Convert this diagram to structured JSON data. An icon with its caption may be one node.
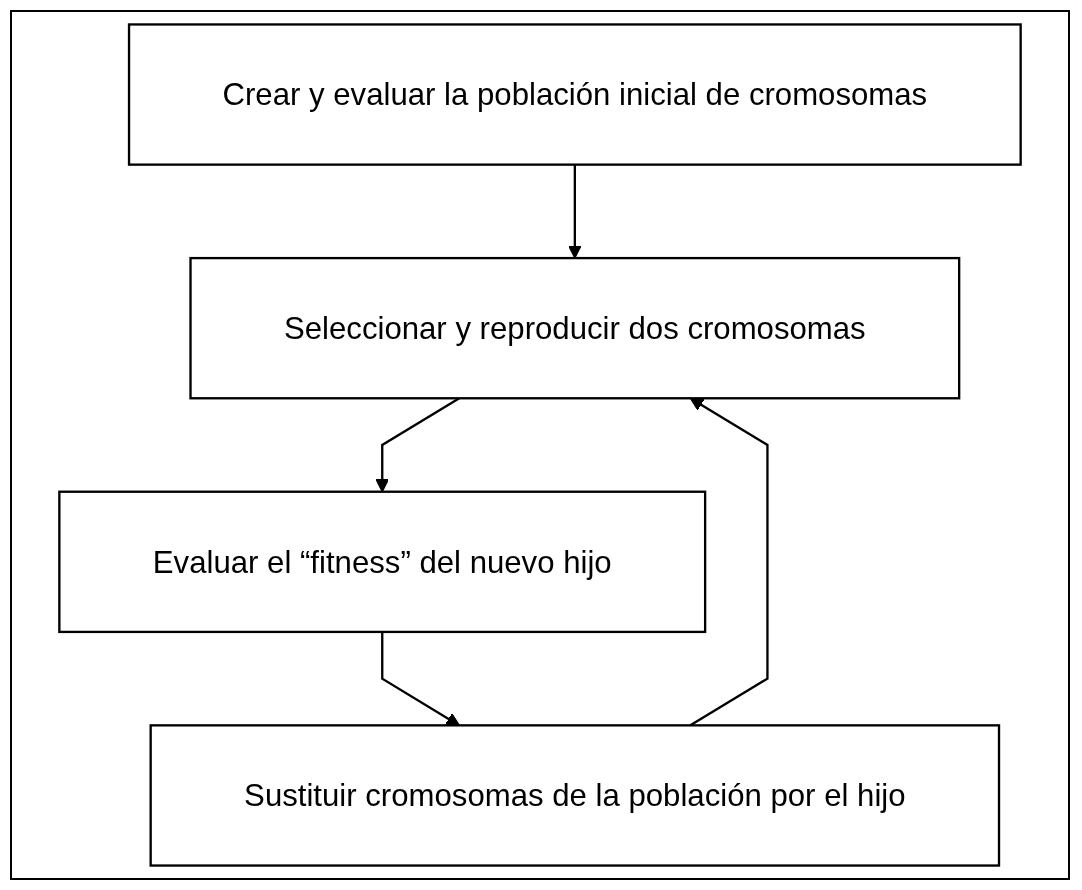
{
  "diagram": {
    "nodes": [
      {
        "text": [
          "Crear y evaluar la población inicial de cromosomas"
        ]
      },
      {
        "text": [
          "Seleccionar y reproducir dos cromosomas"
        ]
      },
      {
        "text": [
          "Evaluar el “fitness” del nuevo hijo"
        ]
      },
      {
        "text": [
          "Sustituir cromosomas de la población por el hijo"
        ]
      }
    ],
    "edges": [
      {
        "from": 0,
        "to": 1,
        "arrow": "to"
      },
      {
        "from": 1,
        "to": 2,
        "arrow": "to"
      },
      {
        "from": 2,
        "to": 3,
        "arrow": "to"
      },
      {
        "from": 3,
        "to": 1,
        "arrow": "to"
      }
    ]
  }
}
